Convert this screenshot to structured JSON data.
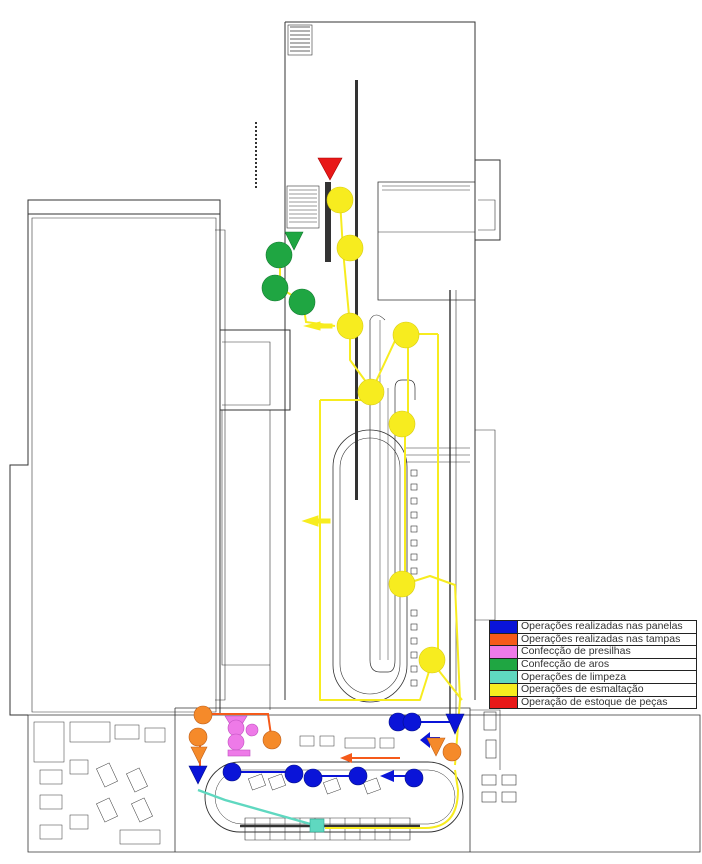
{
  "colors": {
    "panelas": "#0a14d8",
    "tampas": "#f55a1a",
    "presilhas": "#ee7ae8",
    "aros": "#1fa642",
    "limpeza": "#5fd8c0",
    "esmaltacao": "#f7ec1f",
    "estoque": "#e81818",
    "wall": "#333333"
  },
  "legend": {
    "items": [
      {
        "key": "panelas",
        "label": "Operações realizadas nas panelas",
        "color": "#0a14d8"
      },
      {
        "key": "tampas",
        "label": "Operações realizadas nas tampas",
        "color": "#f55a1a"
      },
      {
        "key": "presilhas",
        "label": "Confecção de presilhas",
        "color": "#ee7ae8"
      },
      {
        "key": "aros",
        "label": "Confecção de aros",
        "color": "#1fa642"
      },
      {
        "key": "limpeza",
        "label": "Operações de limpeza",
        "color": "#5fd8c0"
      },
      {
        "key": "esmaltacao",
        "label": "Operações de esmaltação",
        "color": "#f7ec1f"
      },
      {
        "key": "estoque",
        "label": "Operação de estoque de peças",
        "color": "#e81818"
      }
    ]
  }
}
